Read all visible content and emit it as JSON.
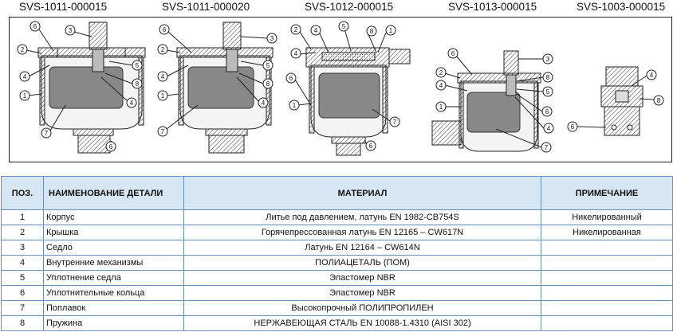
{
  "models": [
    "SVS-1011-000015",
    "SVS-1011-000020",
    "SVS-1012-000015",
    "SVS-1013-000015",
    "SVS-1003-000015"
  ],
  "callouts": {
    "m1": [
      "6",
      "3",
      "2",
      "5",
      "4",
      "8",
      "1",
      "4",
      "7",
      "6"
    ],
    "m2": [
      "6",
      "3",
      "2",
      "5",
      "4",
      "8",
      "1",
      "4",
      "7"
    ],
    "m3": [
      "2",
      "4",
      "5",
      "8",
      "1",
      "4",
      "6",
      "1",
      "7",
      "6"
    ],
    "m4": [
      "6",
      "3",
      "2",
      "4",
      "8",
      "1",
      "5",
      "6",
      "4",
      "7"
    ],
    "m5": [
      "4",
      "8",
      "6"
    ]
  },
  "table": {
    "headers": [
      "ПОЗ.",
      "НАИМЕНОВАНИЕ ДЕТАЛИ",
      "МАТЕРИАЛ",
      "ПРИМЕЧАНИЕ"
    ],
    "rows": [
      {
        "pos": "1",
        "name": "Корпус",
        "material": "Литье под давлением, латунь EN 1982-CB754S",
        "note": "Никелированный"
      },
      {
        "pos": "2",
        "name": "Крышка",
        "material": "Горячепрессованная латунь EN 12165 – CW617N",
        "note": "Никелированная"
      },
      {
        "pos": "3",
        "name": "Седло",
        "material": "Латунь EN 12164 – CW614N",
        "note": ""
      },
      {
        "pos": "4",
        "name": "Внутренние механизмы",
        "material": "ПОЛИАЦЕТАЛЬ (ПОМ)",
        "note": ""
      },
      {
        "pos": "5",
        "name": "Уплотнение седла",
        "material": "Эластомер NBR",
        "note": ""
      },
      {
        "pos": "6",
        "name": "Уплотнительные кольца",
        "material": "Эластомер NBR",
        "note": ""
      },
      {
        "pos": "7",
        "name": "Поплавок",
        "material": "Высокопрочный ПОЛИПРОПИЛЕН",
        "note": ""
      },
      {
        "pos": "8",
        "name": "Пружина",
        "material": "НЕРЖАВЕЮЩАЯ СТАЛЬ EN 10088-1.4310 (AISI 302)",
        "note": ""
      }
    ]
  }
}
